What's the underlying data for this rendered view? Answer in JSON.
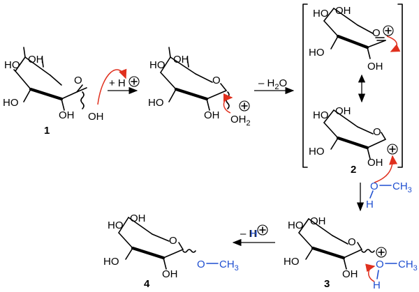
{
  "compounds": [
    {
      "number": "1"
    },
    {
      "number": "2"
    },
    {
      "number": "3"
    },
    {
      "number": "4"
    }
  ],
  "atoms": {
    "ho": "HO",
    "oh": "OH",
    "o": "O",
    "h": "H",
    "ch3": "CH",
    "ch3_sub": "3",
    "oh2": "OH",
    "oh2_sub": "2",
    "dash": "–",
    "plus": "+"
  },
  "steps": [
    {
      "label": "+ H",
      "charge": "+"
    },
    {
      "label": "– H",
      "label_sub": "2",
      "label_tail": "O"
    },
    {
      "label": "– H",
      "charge": "+"
    }
  ],
  "colors": {
    "arrow_push": "#e0301e",
    "methanol": "#1f4fd0",
    "ink": "#000000"
  }
}
